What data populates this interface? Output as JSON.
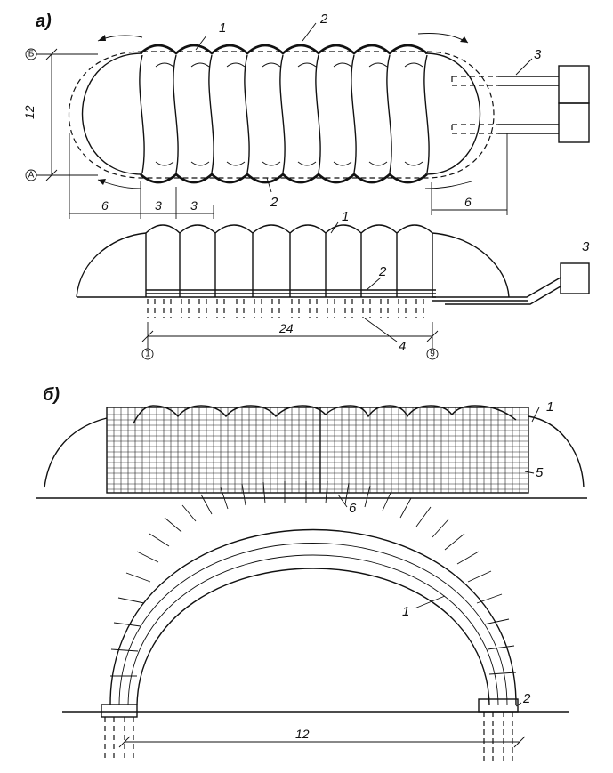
{
  "panel_a": {
    "section_label": "а)",
    "labels": {
      "film": "1",
      "inflated_tube": "2",
      "air_supply": "3",
      "anchor": "4"
    },
    "axes": {
      "top": "Б",
      "bottom": "А",
      "start": "1",
      "end": "9"
    },
    "dims": {
      "width": "12",
      "end_left": "6",
      "bay1": "3",
      "bay2": "3",
      "end_right": "6",
      "length": "24"
    }
  },
  "panel_b": {
    "section_label": "б)",
    "labels": {
      "film": "1",
      "net": "5",
      "base": "6",
      "arch": "1",
      "footing": "2"
    },
    "dims": {
      "span": "12"
    }
  }
}
